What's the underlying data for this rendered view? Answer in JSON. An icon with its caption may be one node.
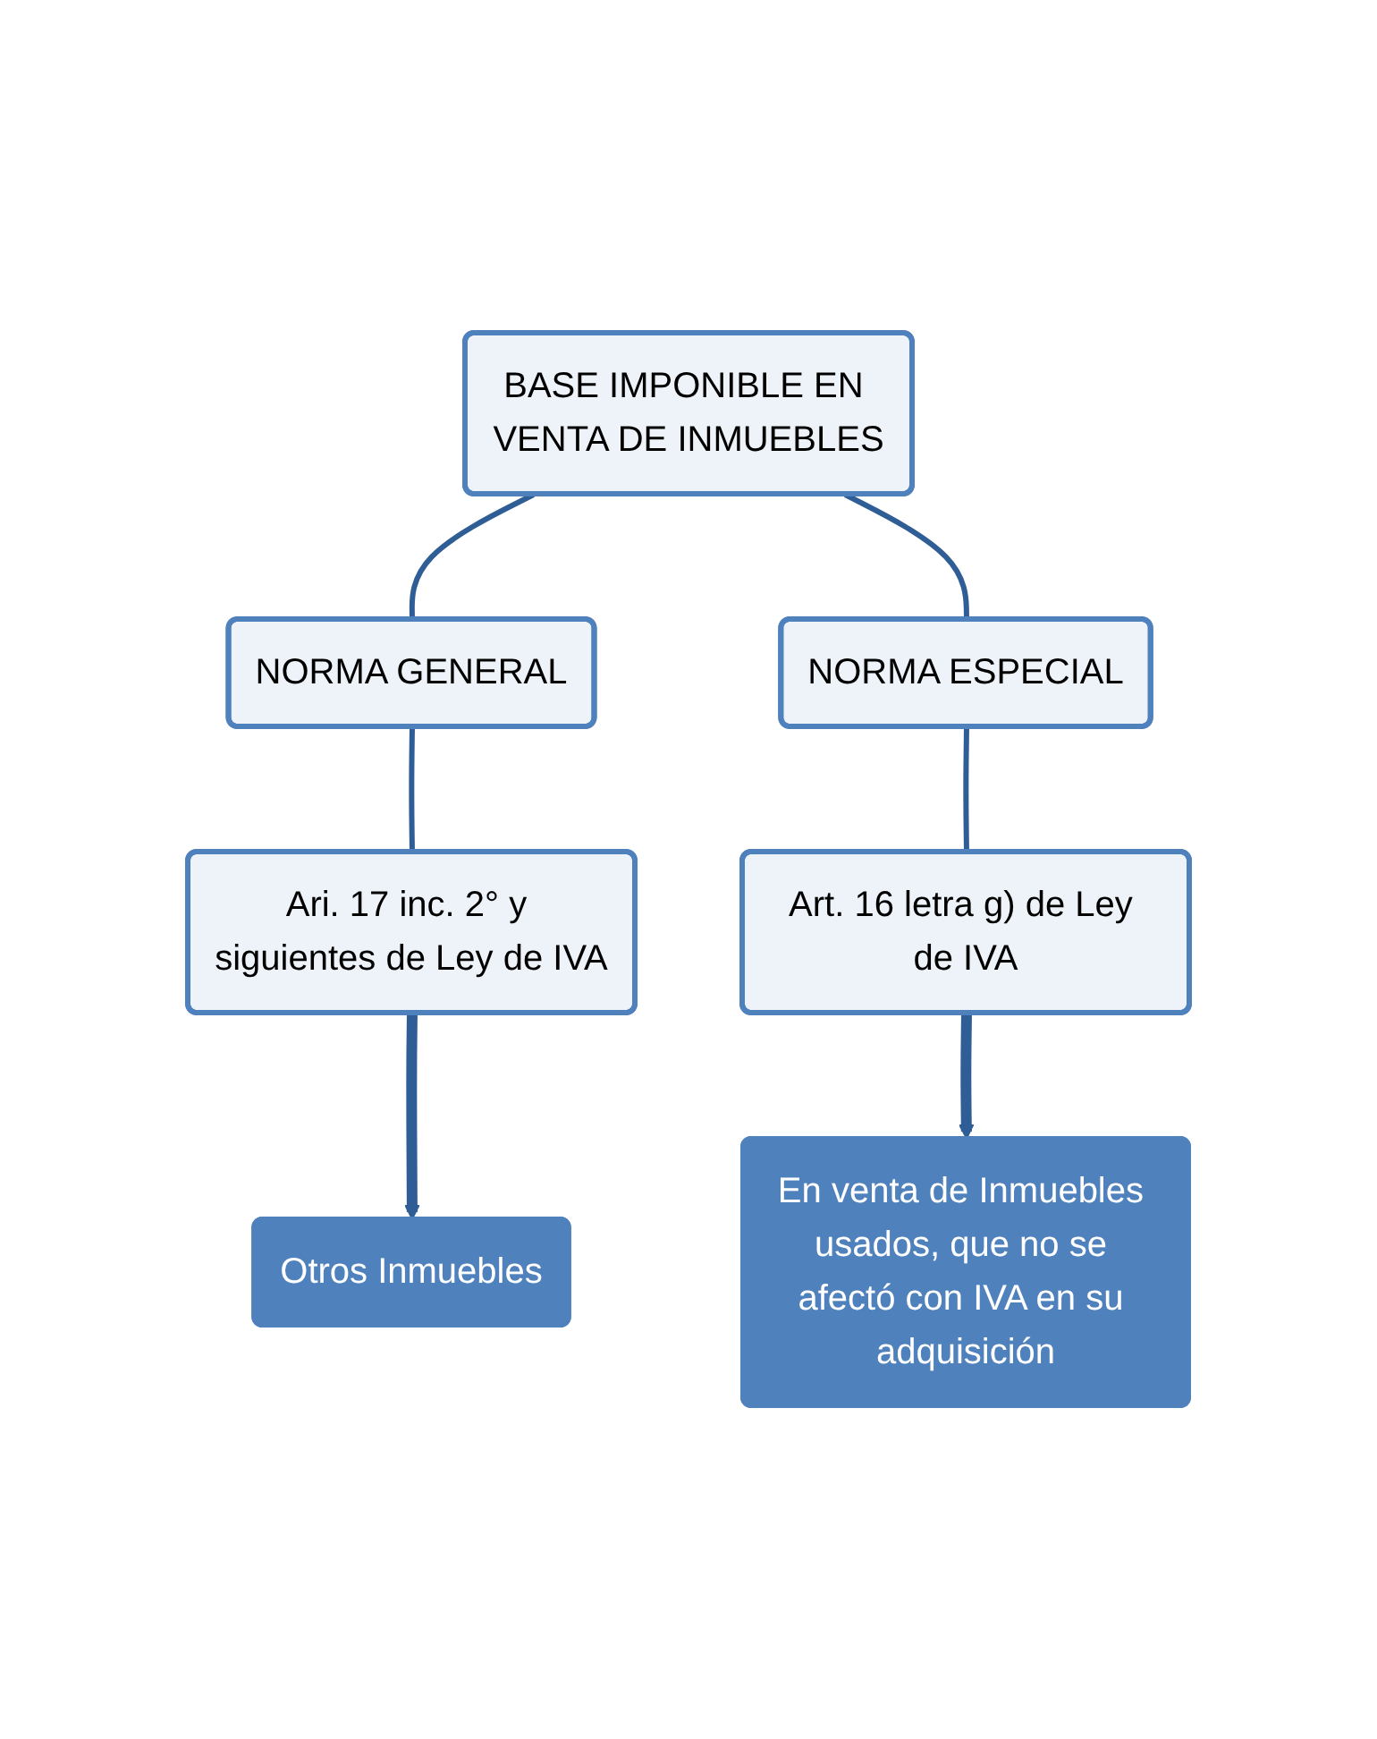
{
  "diagram": {
    "nodes": [
      {
        "text": [
          "BASE IMPONIBLE EN VENTA DE INMUEBLES"
        ]
      },
      {
        "text": [
          "NORMA GENERAL"
        ]
      },
      {
        "text": [
          "NORMA ESPECIAL"
        ]
      },
      {
        "text": [
          "Ari. 17 inc. 2° y siguientes de Ley de IVA"
        ]
      },
      {
        "text": [
          "Art. 16 letra g) de Ley de IVA"
        ]
      },
      {
        "text": [
          "Otros Inmuebles"
        ]
      },
      {
        "text": [
          "En venta de Inmuebles usados, que no se afectó con IVA en su adquisición"
        ]
      }
    ],
    "edges": [
      {
        "from": 0,
        "to": 1,
        "arrow": "none"
      },
      {
        "from": 0,
        "to": 2,
        "arrow": "none"
      },
      {
        "from": 1,
        "to": 3,
        "arrow": "none"
      },
      {
        "from": 2,
        "to": 4,
        "arrow": "none"
      },
      {
        "from": 3,
        "to": 5,
        "arrow": "to",
        "style": "thick"
      },
      {
        "from": 4,
        "to": 6,
        "arrow": "to",
        "style": "thick"
      }
    ]
  }
}
